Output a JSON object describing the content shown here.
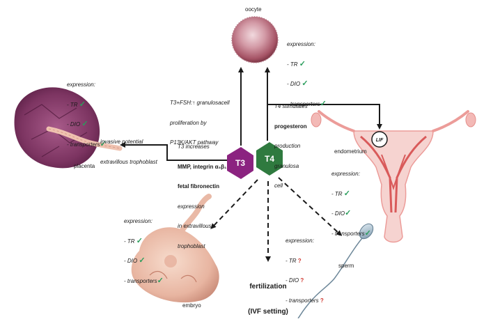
{
  "labels": {
    "oocyte": "oocyte",
    "placenta": "placenta",
    "endometrium": "endometrium",
    "embryo": "embryo",
    "sperm": "sperm",
    "lif": "LIF",
    "t3": "T3",
    "t4": "T4"
  },
  "expression": {
    "title": "expression:",
    "tr": "- TR",
    "dio": "- DIO",
    "transporters": "- transporters",
    "check": "✓",
    "question": "?"
  },
  "annotations": {
    "t3_fsh": [
      "T3+FSH:↑ granulosacell",
      "proliferation by",
      "P13K/AKT pathway"
    ],
    "t4_progesterone_1": "T4 stimulates",
    "t4_progesterone_2": "progesteron",
    "t4_progesterone_3": [
      "production",
      "granulosa",
      "cell"
    ],
    "invasive": [
      "invasive potential",
      "extravillous trophoblast"
    ],
    "t3_increases": "T3 increases",
    "mmp": "MMP, integrin α₅β₁",
    "fetal_fibronectin": "fetal fibronectin",
    "expression_extravillous": [
      "expression",
      "in extravillous",
      "trophoblast"
    ],
    "fertilization": [
      "fertilization",
      "(IVF setting)"
    ]
  },
  "colors": {
    "t3": "#8b2380",
    "t4": "#2f7a3f",
    "check": "#2a9d5c",
    "question": "#d0342c",
    "placenta": "#8a3f6a",
    "oocyte": "#c77a8e",
    "uterus": "#f2c6c6",
    "embryo": "#e7b9a6"
  }
}
